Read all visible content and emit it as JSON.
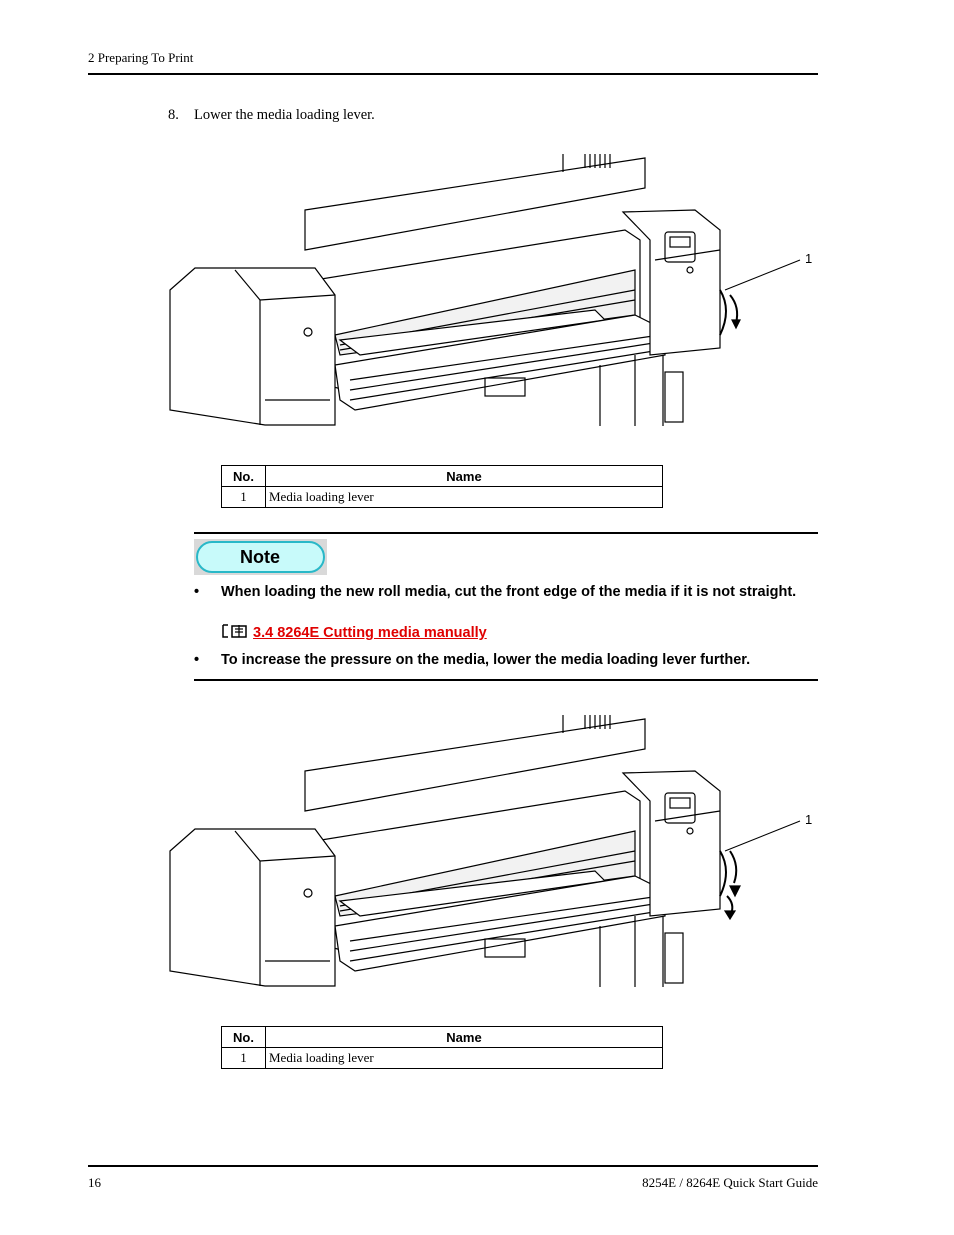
{
  "header": {
    "section": "2 Preparing To Print"
  },
  "step": {
    "number": "8.",
    "text": "Lower the media loading lever."
  },
  "figure1": {
    "callout": "1"
  },
  "table1": {
    "headers": [
      "No.",
      "Name"
    ],
    "rows": [
      [
        "1",
        "Media loading lever"
      ]
    ]
  },
  "note": {
    "badge": "Note",
    "bullets": [
      "When loading the new roll media, cut the front edge of the media if it is not straight.",
      "To increase the pressure on the media, lower the media loading lever further."
    ],
    "link": "3.4 8264E Cutting media manually",
    "bullet_symbol": "•",
    "link_icon": "book-reference-icon"
  },
  "figure2": {
    "callout": "1"
  },
  "table2": {
    "headers": [
      "No.",
      "Name"
    ],
    "rows": [
      [
        "1",
        "Media loading lever"
      ]
    ]
  },
  "footer": {
    "page": "16",
    "title": "8254E / 8264E Quick Start Guide"
  },
  "colors": {
    "link": "#e00000",
    "note_fill": "#c8fafa",
    "note_border": "#29b8c8"
  }
}
